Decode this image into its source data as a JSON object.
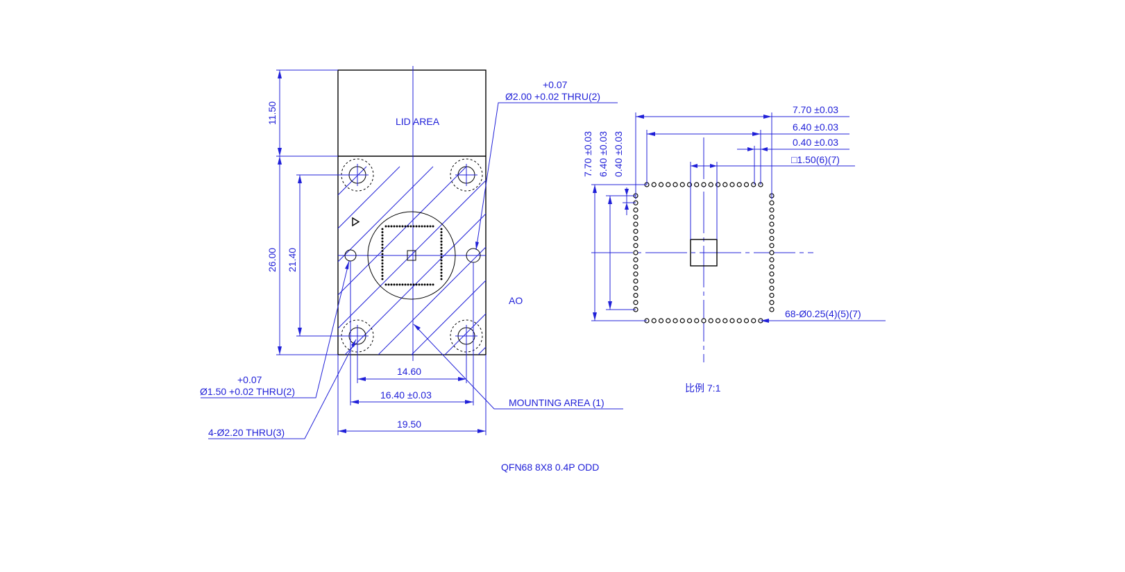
{
  "left_view": {
    "lid_label": "LID AREA",
    "dim_lid_height": "11.50",
    "dim_height": "26.00",
    "dim_hole_pitch_v": "21.40",
    "dim_hole_pitch_h": "14.60",
    "dim_pin_pitch": "16.40 ±0.03",
    "dim_width": "19.50",
    "note_pin_tol": "+0.07",
    "note_pin_hole": "Ø1.50 +0.02 THRU(2)",
    "note_top_tol": "+0.07",
    "note_top_hole": "Ø2.00 +0.02 THRU(2)",
    "note_mount_holes": "4-Ø2.20 THRU(3)",
    "note_mount_area": "MOUNTING AREA (1)",
    "view_label": "AO",
    "package_label": "QFN68 8X8 0.4P ODD"
  },
  "right_view": {
    "dim_outer": "7.70 ±0.03",
    "dim_inner": "6.40 ±0.03",
    "dim_pitch": "0.40 ±0.03",
    "dim_square": "□1.50(6)(7)",
    "dim_outer_v": "7.70 ±0.03",
    "dim_inner_v": "6.40 ±0.03",
    "dim_pitch_v": "0.40 ±0.03",
    "dim_pins": "68-Ø0.25(4)(5)(7)",
    "scale_label": "比例 7:1"
  }
}
